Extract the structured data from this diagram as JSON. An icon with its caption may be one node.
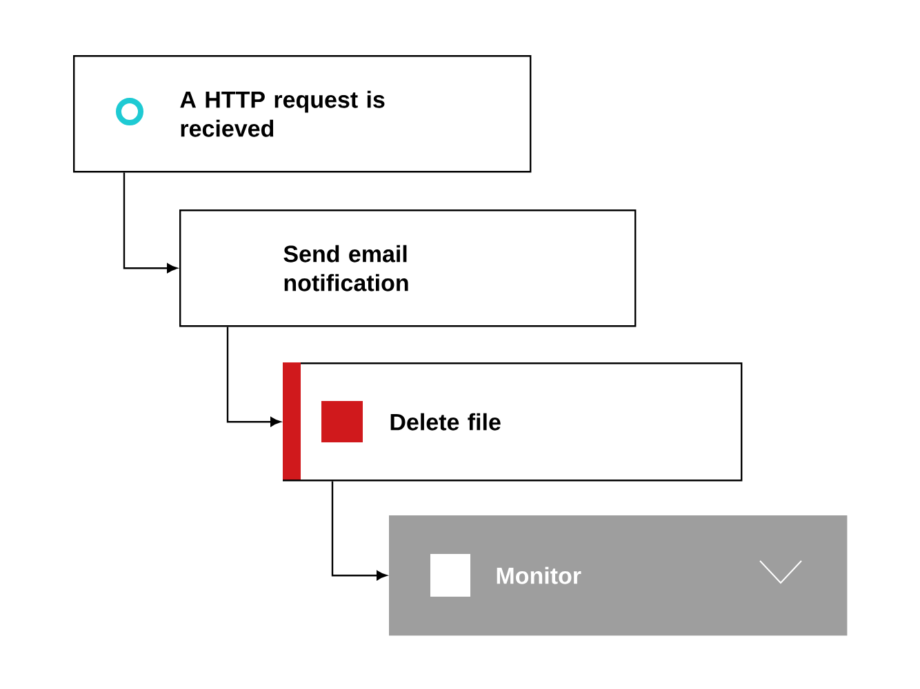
{
  "diagram": {
    "nodes": [
      {
        "text": [
          "A HTTP request is recieved"
        ]
      },
      {
        "text": [
          "Send email notification"
        ]
      },
      {
        "text": [
          "Delete file"
        ]
      },
      {
        "text": [
          "Monitor"
        ]
      }
    ],
    "edges": [
      {
        "from": 0,
        "to": 1,
        "arrow": "to"
      },
      {
        "from": 1,
        "to": 2,
        "arrow": "to"
      },
      {
        "from": 2,
        "to": 3,
        "arrow": "to"
      }
    ]
  }
}
